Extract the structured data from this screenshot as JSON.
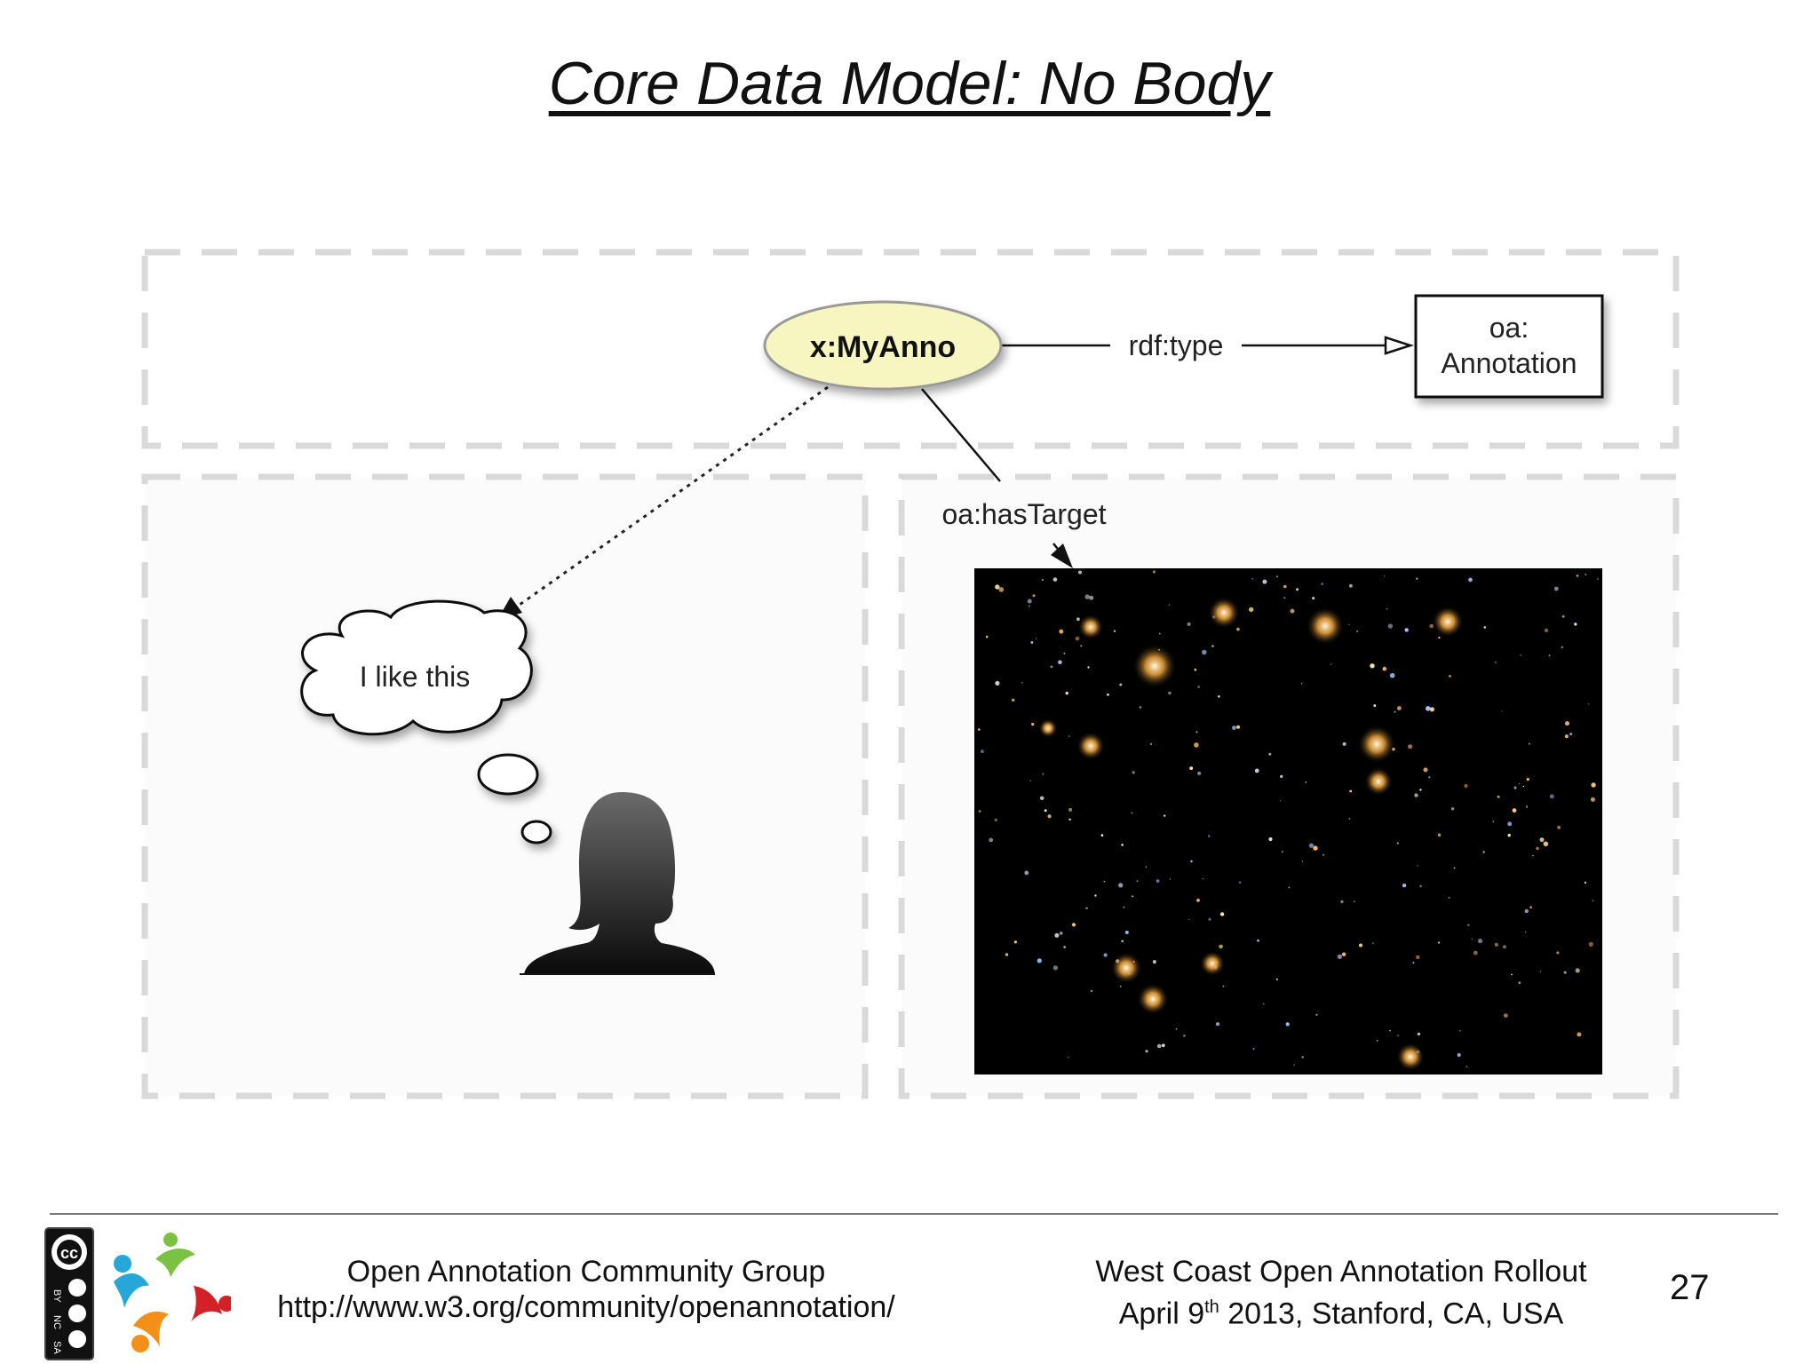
{
  "slide": {
    "title": "Core Data Model: No Body",
    "page_number": "27"
  },
  "diagram": {
    "anno_node": "x:MyAnno",
    "type_edge": "rdf:type",
    "class_node_line1": "oa:",
    "class_node_line2": "Annotation",
    "target_edge": "oa:hasTarget",
    "thought_text": "I like this",
    "colors": {
      "anno_fill": "#f8f6c0",
      "dash": "#d9d9d9",
      "image_bg": "#000000"
    }
  },
  "footer": {
    "org_line1": "Open Annotation Community Group",
    "org_line2": "http://www.w3.org/community/openannotation/",
    "event_line1": "West Coast Open Annotation Rollout",
    "event_line2_pre": "April 9",
    "event_line2_sup": "th",
    "event_line2_post": " 2013, Stanford, CA, USA",
    "license_badge": "cc-by-nc-sa-badge",
    "logo": "open-annotation-logo"
  }
}
